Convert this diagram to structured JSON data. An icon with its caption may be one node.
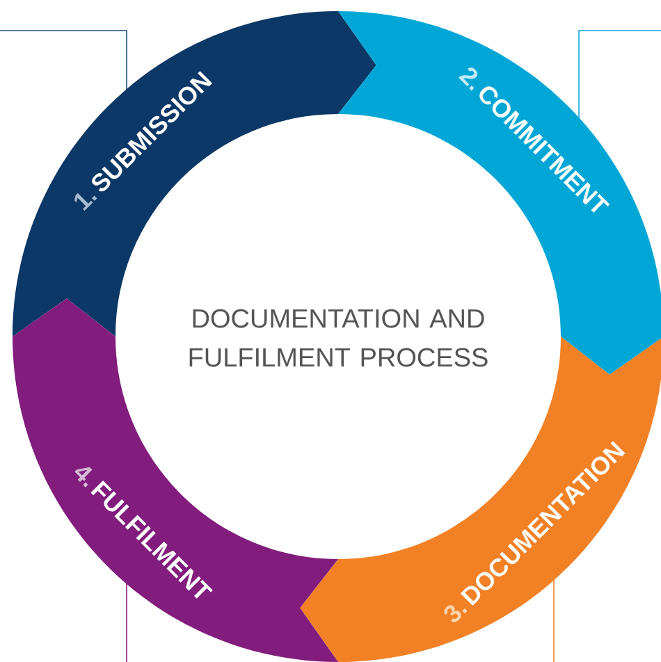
{
  "diagram": {
    "nodes": [
      {
        "text": [
          "DOCUMENTATION AND FULFILMENT PROCESS"
        ]
      },
      {
        "text": [
          "1.",
          "SUBMISSION"
        ]
      },
      {
        "text": [
          "2.",
          "COMMITMENT"
        ]
      },
      {
        "text": [
          "3.",
          "DOCUMENTATION"
        ]
      },
      {
        "text": [
          "4.",
          "FULFILMENT"
        ]
      }
    ]
  }
}
